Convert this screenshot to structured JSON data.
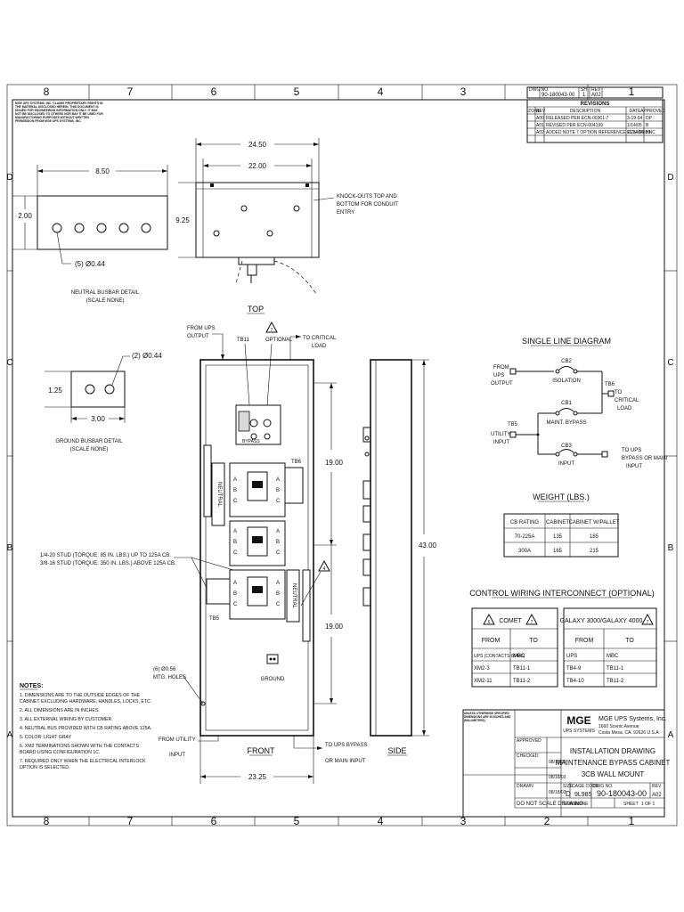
{
  "border": {
    "columns": [
      "8",
      "7",
      "6",
      "5",
      "4",
      "3",
      "2",
      "1"
    ],
    "rows": [
      "D",
      "C",
      "B",
      "A"
    ]
  },
  "proprietary_notice": "MGE UPS SYSTEMS, INC. CLAIMS PROPRIETARY RIGHTS IN THE MATERIAL DISCLOSED HEREIN. THIS DOCUMENT IS ISSUED FOR ENGINEERING INFORMATION ONLY. IT MAY NOT BE DISCLOSED TO OTHERS NOR MAY IT BE USED FOR MANUFACTURING PURPOSES WITHOUT WRITTEN PERMISSION FROM MGE UPS SYSTEMS, INC.",
  "revision_block": {
    "dwg_no_label": "DWG NO.",
    "dwg_no": "90-180043-00",
    "sh_label": "SH",
    "sh": "1",
    "rev_label": "REV",
    "rev": "A02",
    "title": "REVISIONS",
    "headers": [
      "ZONE",
      "REV",
      "DESCRIPTION",
      "DATE",
      "APPROVED"
    ],
    "rows": [
      [
        "",
        "A00",
        "RELEASED PER ECN-00361-7",
        "3-19-04",
        "DP"
      ],
      [
        "",
        "A01",
        "REVISED PER ECN-004199",
        "1/14/05",
        "B"
      ],
      [
        "",
        "A02",
        "ADDED NOTE 7 OPTION REFERENCE ECN-04690",
        "11/14/05",
        "HNC"
      ]
    ]
  },
  "neutral_busbar": {
    "width_dim": "8.50",
    "height_dim": "2.00",
    "holes_label": "(5) Ø0.44",
    "caption_1": "NEUTRAL BUSBAR DETAIL",
    "caption_2": "(SCALE NONE)"
  },
  "ground_busbar": {
    "holes_label": "(2) Ø0.44",
    "height_dim": "1.25",
    "width_dim": "3.00",
    "caption_1": "GROUND BUSBAR DETAIL",
    "caption_2": "(SCALE NONE)"
  },
  "top_view": {
    "outer_dim": "24.50",
    "inner_dim": "22.00",
    "depth_dim": "9.25",
    "knockout_note_1": "KNOCK-OUTS TOP AND",
    "knockout_note_2": "BOTTOM FOR CONDUIT",
    "knockout_note_3": "ENTRY",
    "view_label": "TOP"
  },
  "front_view": {
    "from_ups_1": "FROM UPS",
    "from_ups_2": "OUTPUT",
    "tb11": "TB11",
    "optional": "OPTIONAL",
    "to_critical_1": "TO CRITICAL",
    "to_critical_2": "LOAD",
    "tb6": "TB6",
    "tb5": "TB5",
    "neutral_left": "NEUTRAL",
    "neutral_right": "NEUTRAL",
    "dim_upper": "19.00",
    "dim_lower": "19.00",
    "dim_height": "43.00",
    "dim_width": "23.25",
    "stud_note_1": "1/4-20 STUD (TORQUE: 85 IN. LBS.) UP TO 125A CB.",
    "stud_note_2": "3/8-16 STUD (TORQUE: 350 IN. LBS.) ABOVE 125A CB.",
    "mtg_holes_1": "(6) Ø0.56",
    "mtg_holes_2": "MTG. HOLES",
    "ground": "GROUND",
    "from_utility_1": "FROM UTILITY",
    "from_utility_2": "INPUT",
    "to_ups_bypass_1": "TO UPS BYPASS",
    "to_ups_bypass_2": "OR MAIN INPUT",
    "view_label": "FRONT",
    "side_label": "SIDE",
    "letters": [
      "A",
      "B",
      "C"
    ]
  },
  "single_line": {
    "title": "SINGLE LINE DIAGRAM",
    "from_ups": [
      "FROM",
      "UPS",
      "OUTPUT"
    ],
    "cb2": "CB2",
    "isolation": "ISOLATION",
    "tb6": "TB6",
    "to_critical": [
      "TO",
      "CRITICAL",
      "LOAD"
    ],
    "cb1": "CB1",
    "maint_bypass": "MAINT. BYPASS",
    "tb5": "TB5",
    "utility_input": [
      "UTILITY",
      "INPUT"
    ],
    "cb3": "CB3",
    "input": "INPUT",
    "to_ups_bypass": [
      "TO UPS",
      "BYPASS OR MAIN",
      "INPUT"
    ]
  },
  "weight_table": {
    "title": "WEIGHT (LBS.)",
    "headers": [
      "CB RATING",
      "CABINET",
      "CABINET W/PALLET"
    ],
    "rows": [
      [
        "70-225A",
        "135",
        "185"
      ],
      [
        "300A",
        "165",
        "215"
      ]
    ]
  },
  "control_wiring": {
    "title": "CONTROL WIRING INTERCONNECT (OPTIONAL)",
    "comet": {
      "title": "COMET",
      "headers": [
        "FROM",
        "TO"
      ],
      "rows": [
        [
          "UPS (CONTACTS 65445)",
          "MBC"
        ],
        [
          "XM2-3",
          "TB11-1"
        ],
        [
          "XM2-11",
          "TB11-2"
        ]
      ]
    },
    "galaxy": {
      "title": "GALAXY 3000/GALAXY 4000",
      "headers": [
        "FROM",
        "TO"
      ],
      "rows": [
        [
          "UPS",
          "MBC"
        ],
        [
          "TB4-9",
          "TB11-1"
        ],
        [
          "TB4-10",
          "TB11-2"
        ]
      ]
    }
  },
  "notes": {
    "title": "NOTES:",
    "items": [
      "1. DIMENSIONS ARE TO THE OUTSIDE EDGES OF THE CABINET EXCLUDING HARDWARE, HANDLES, LOCKS, ETC.",
      "2. ALL DIMENSIONS ARE IN INCHES.",
      "3. ALL EXTERNAL WIRING BY CUSTOMER.",
      "4. NEUTRAL BUS PROVIDED WITH CB RATING ABOVE 125A.",
      "5. COLOR: LIGHT GRAY",
      "6. XM2 TERMINATIONS SHOWN WITH THE CONTACTS BOARD USING CONFIGURATION 1C.",
      "7. REQUIRED ONLY WHEN THE ELECTRICAL INTERLOCK OPTION IS SELECTED."
    ]
  },
  "title_block": {
    "logo": "MGE",
    "logo_sub": "UPS SYSTEMS",
    "company": "MGE UPS Systems, Inc.",
    "address_1": "1660 Scenic Avenue",
    "address_2": "Costa Mesa, CA. 92626 U.S.A",
    "title_1": "INSTALLATION DRAWING",
    "title_2": "MAINTENANCE BYPASS CABINET",
    "title_3": "3CB WALL MOUNT",
    "size_label": "SIZE",
    "size": "D",
    "cage_label": "CAGE CODE",
    "cage": "9L985",
    "dwg_label": "DWG NO.",
    "dwg_no": "90-180043-00",
    "rev_label": "REV",
    "rev": "A02",
    "scale_label": "SCALE",
    "scale": "NONE",
    "sheet_label": "SHEET",
    "sheet": "1 OF 1",
    "no_scale": "DO NOT SCALE DRAWING",
    "drawn": "DRAWN",
    "checked": "CHECKED",
    "approved": "APPROVED",
    "dates": [
      "08/18/03",
      "08/18/03",
      "08/18/03"
    ],
    "tolerance_heading": "UNLESS OTHERWISE SPECIFIED DIMENSIONS ARE IN INCHES AND (MILLIMETERS)"
  }
}
